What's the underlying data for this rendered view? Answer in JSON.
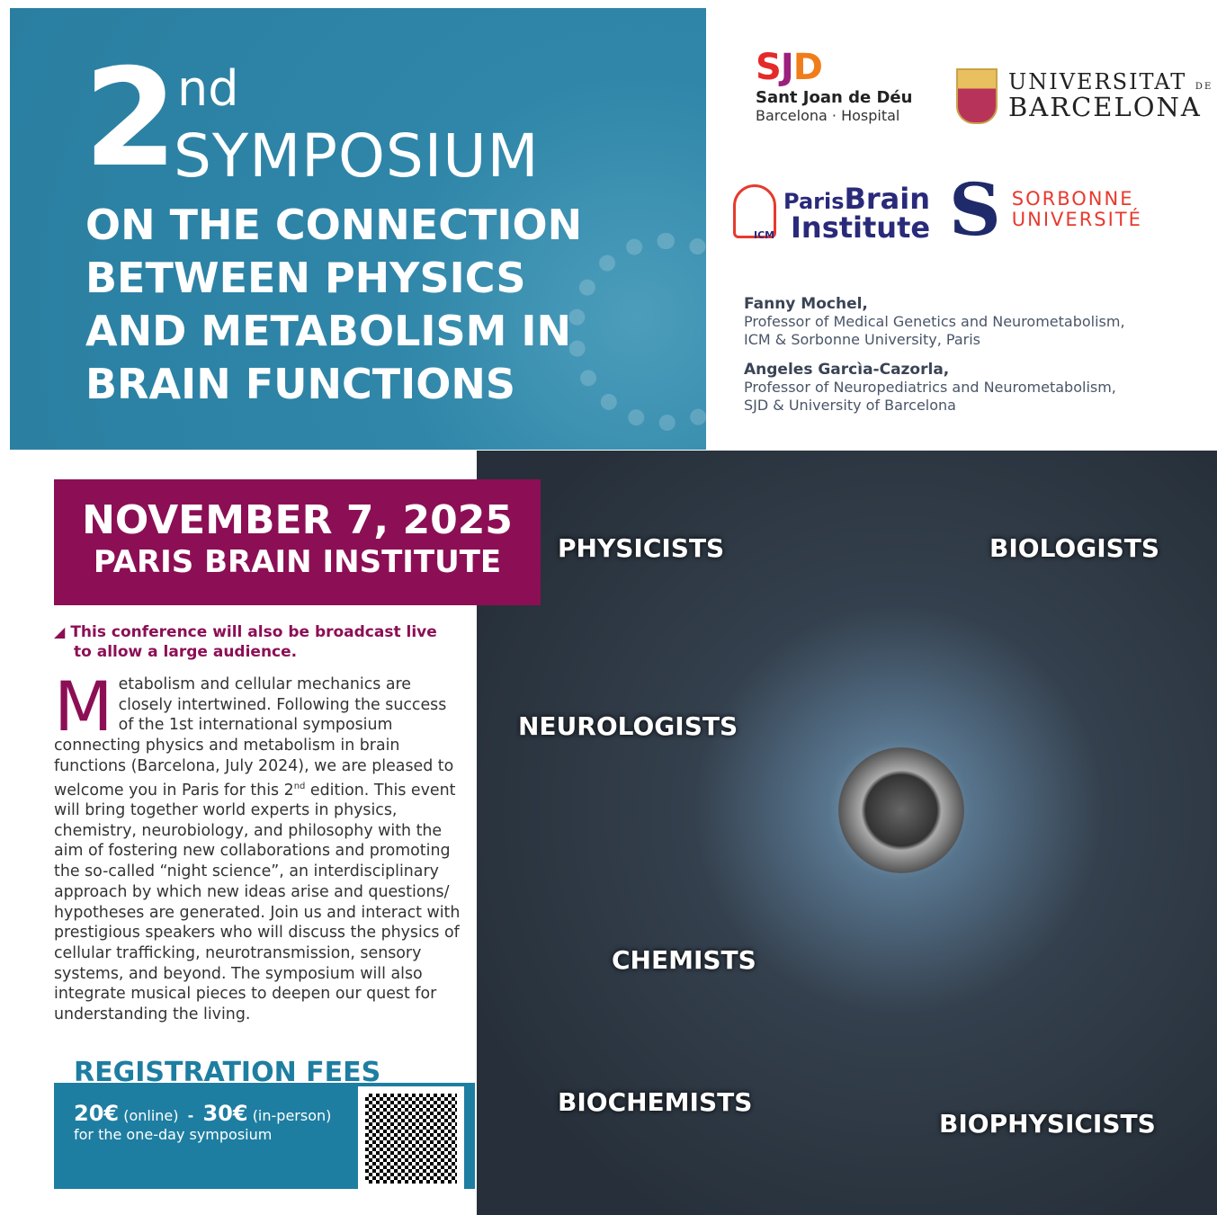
{
  "banner": {
    "number": "2",
    "suffix": "nd",
    "word": "SYMPOSIUM",
    "title_lines": [
      "ON THE CONNECTION",
      "BETWEEN PHYSICS",
      "AND METABOLISM IN",
      "BRAIN FUNCTIONS"
    ]
  },
  "logos": {
    "sjd": {
      "mark": "SJD",
      "name": "Sant Joan de Déu",
      "sub": "Barcelona · Hospital"
    },
    "ub": {
      "line1": "UNIVERSITAT",
      "de": "DE",
      "line2": "BARCELONA"
    },
    "pbi": {
      "paris": "Paris",
      "brain": "Brain",
      "institute": "Institute",
      "icm": "ICM"
    },
    "sorbonne": {
      "line1": "SORBONNE",
      "line2": "UNIVERSITÉ"
    }
  },
  "organizers": [
    {
      "name": "Fanny Mochel,",
      "role1": "Professor of Medical Genetics and Neurometabolism,",
      "role2": "ICM & Sorbonne University, Paris"
    },
    {
      "name": "Angeles Garcìa-Cazorla,",
      "role1": "Professor of Neuropediatrics and Neurometabolism,",
      "role2": "SJD & University of Barcelona"
    }
  ],
  "event": {
    "date": "NOVEMBER 7, 2025",
    "venue": "PARIS BRAIN INSTITUTE"
  },
  "broadcast": {
    "line1": "This conference will also be broadcast live",
    "line2": "to allow a large audience."
  },
  "intro": {
    "dropcap": "M",
    "part1": "etabolism and cellular mechanics are closely intertwined. Following the success of the 1st international symposium connecting physics and metabolism in brain functions (Barcelona, July 2024), we are pleased to welcome you in Paris for this 2",
    "sup": "nd",
    "part2": " edition. This event will bring together world experts in physics, chemistry, neurobiology, and philosophy with the aim of fostering new collaborations and promoting the so-called “night science”, an interdisciplinary approach by which new ideas arise and questions/ hypotheses are generated. Join us and interact with prestigious speakers who will discuss the physics of cellular trafficking, neurotransmission, sensory systems, and beyond. The symposium will also integrate musical pieces to deepen our quest for understanding the living."
  },
  "registration": {
    "title": "REGISTRATION FEES",
    "price_online": "20€",
    "online": "(online)",
    "sep": "-",
    "price_inperson": "30€",
    "inperson": "(in-person)",
    "note": "for the one-day symposium"
  },
  "disciplines": [
    "PHYSICISTS",
    "BIOLOGISTS",
    "NEUROLOGISTS",
    "CHEMISTS",
    "BIOCHEMISTS",
    "BIOPHYSICISTS"
  ]
}
